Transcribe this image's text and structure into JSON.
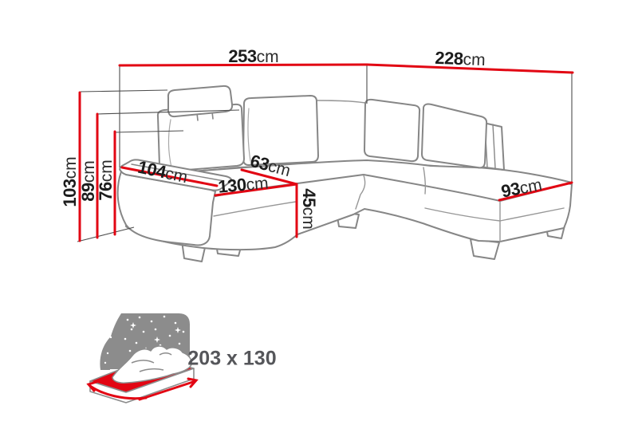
{
  "dimensions": {
    "total_width_left": {
      "value": "253",
      "unit": "cm"
    },
    "total_width_right": {
      "value": "228",
      "unit": "cm"
    },
    "total_height": {
      "value": "103",
      "unit": "cm"
    },
    "backrest_height": {
      "value": "89",
      "unit": "cm"
    },
    "armrest_height": {
      "value": "76",
      "unit": "cm"
    },
    "armrest_length": {
      "value": "104",
      "unit": "cm"
    },
    "seat_depth": {
      "value": "63",
      "unit": "cm"
    },
    "seat_front_width": {
      "value": "130",
      "unit": "cm"
    },
    "seat_height": {
      "value": "45",
      "unit": "cm"
    },
    "chaise_front_width": {
      "value": "93",
      "unit": "cm"
    }
  },
  "sleeping_area": {
    "label": "203 x 130"
  },
  "icons": {
    "sleeping_function": "bed-with-night-sky-icon"
  },
  "colors": {
    "dimension_red": "#e20613",
    "sketch_gray": "#868686",
    "guide_gray": "#4d4d4d",
    "icon_gray": "#8c8c8c",
    "label_dark": "#1c1c1c",
    "sleeping_label_gray": "#55565a"
  }
}
